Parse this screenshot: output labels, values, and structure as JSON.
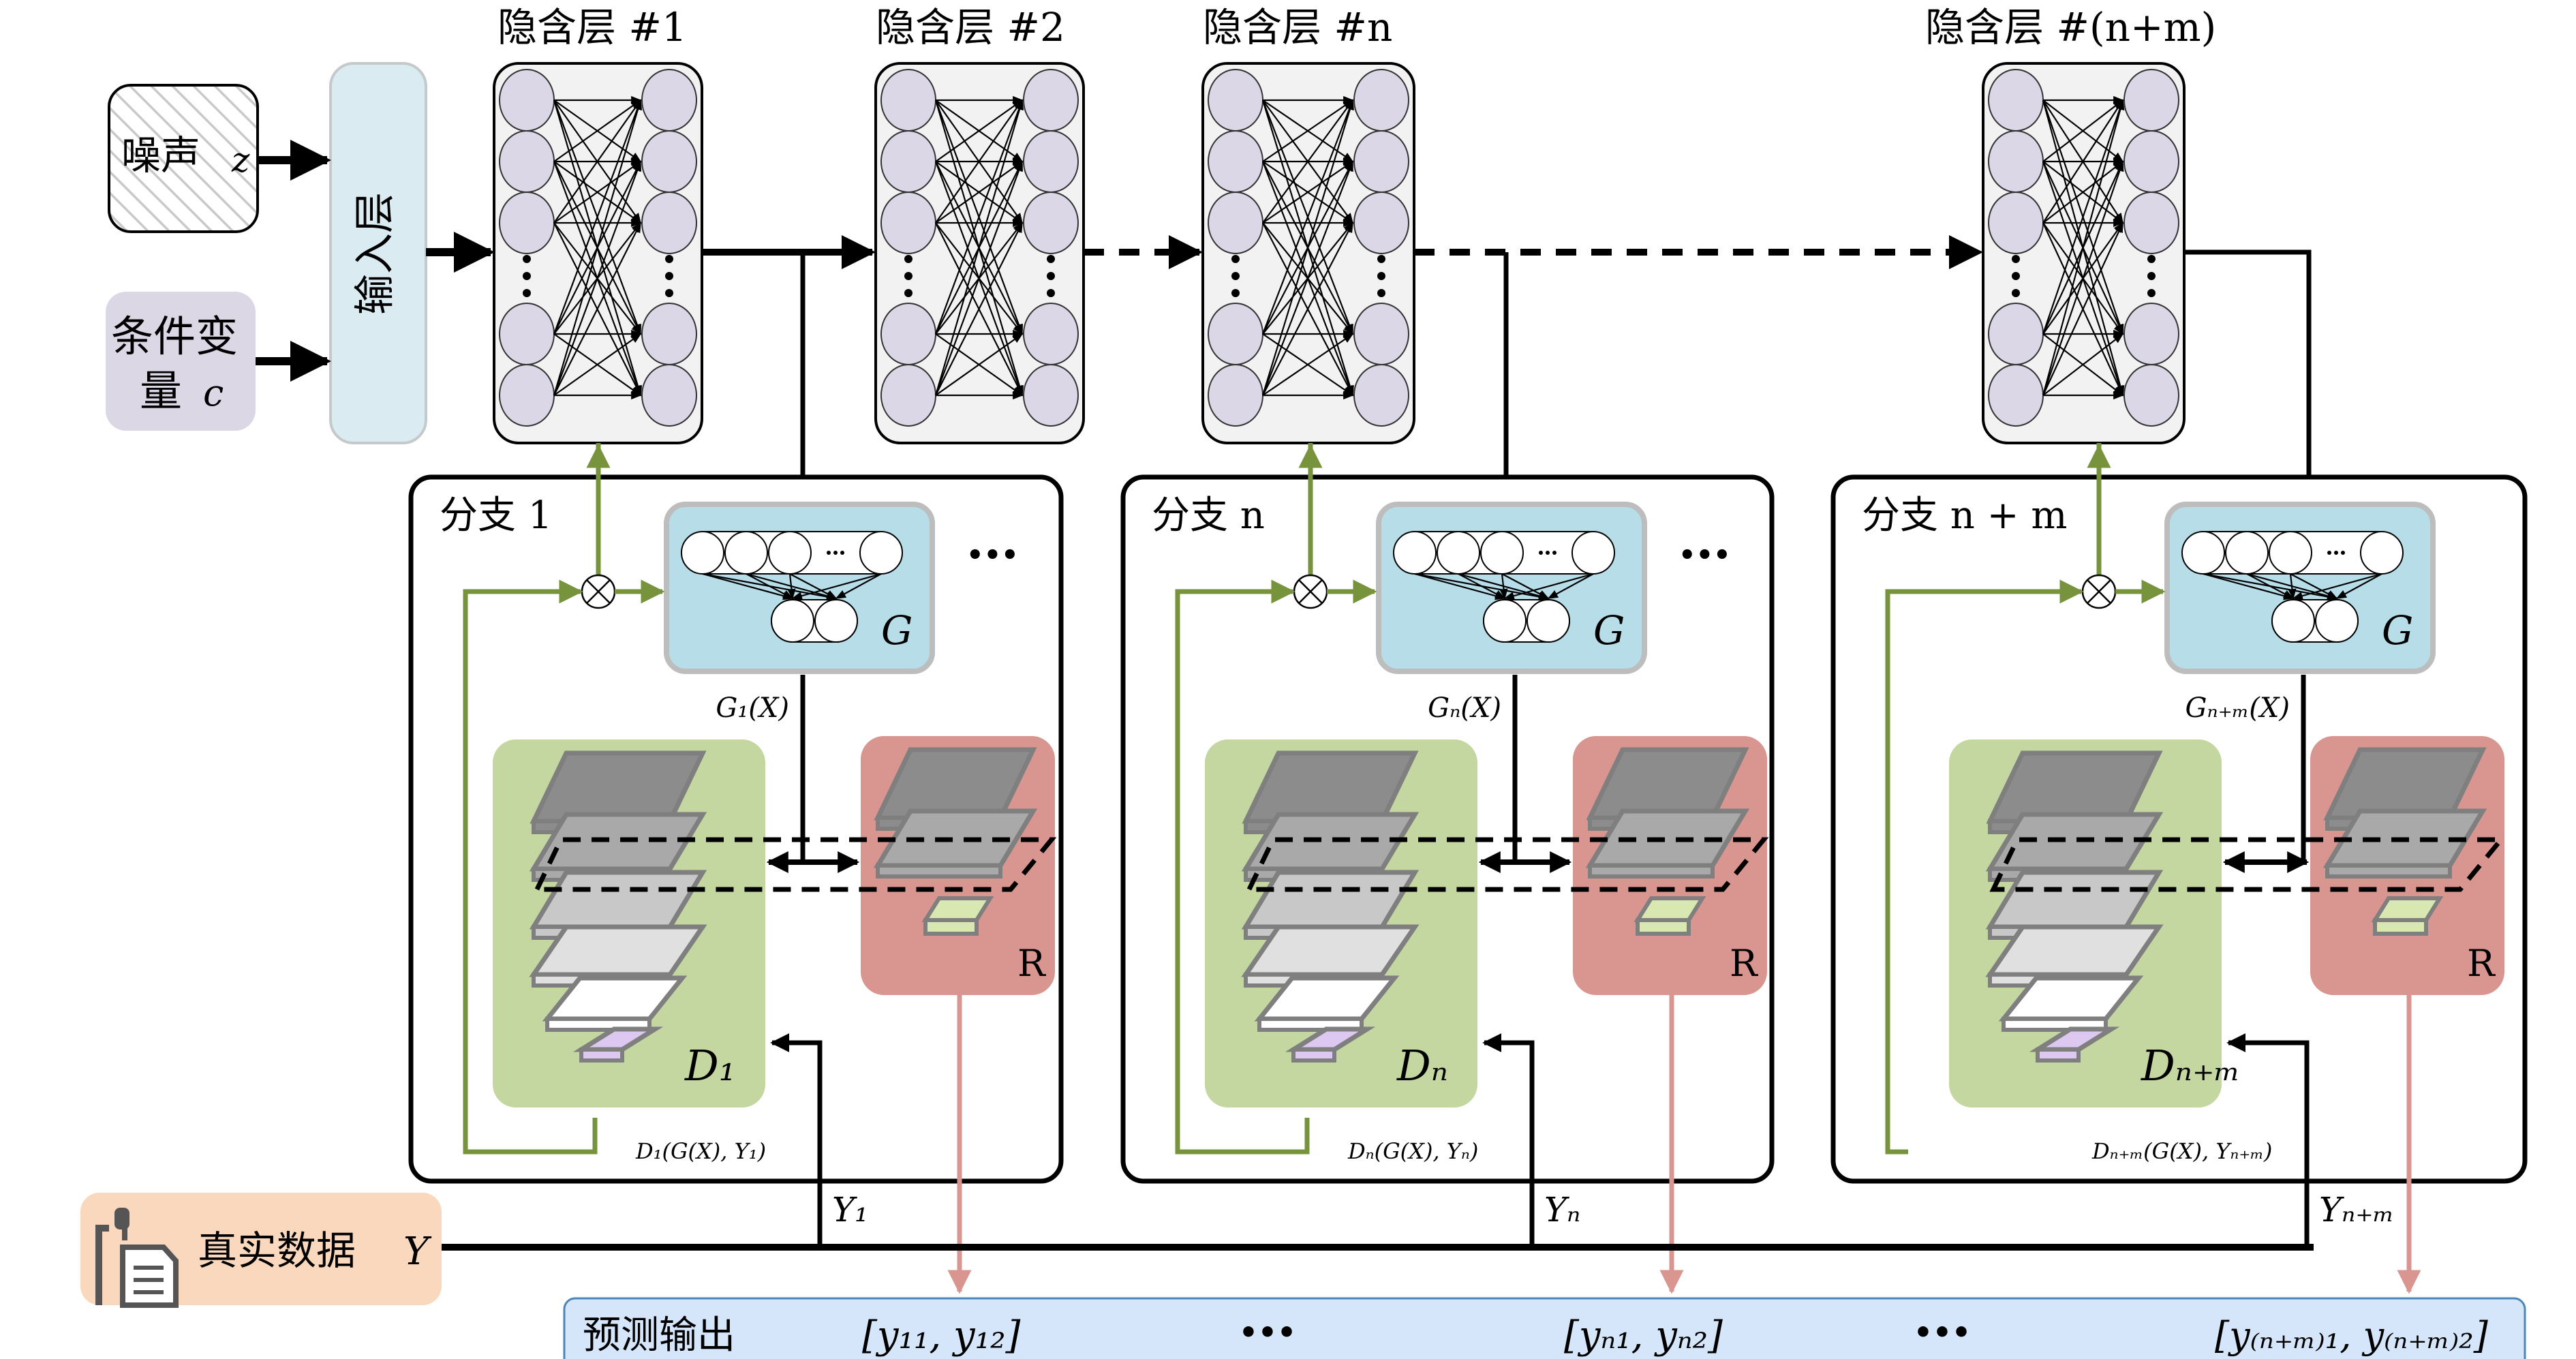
{
  "inputs": {
    "noise": {
      "label": "噪声",
      "symbol": "z"
    },
    "condition": {
      "label_line1": "条件变",
      "label_line2": "量",
      "symbol": "c"
    },
    "input_layer": {
      "label": "输入层"
    }
  },
  "hidden_layers": [
    {
      "label": "隐含层 #1"
    },
    {
      "label": "隐含层 #2"
    },
    {
      "label": "隐含层 #n"
    },
    {
      "label": "隐含层 #(n+m)"
    }
  ],
  "branches": [
    {
      "title": "分支 1",
      "generator": "G",
      "gen_output": "G₁(X)",
      "discriminator": "D₁",
      "disc_output": "D₁(G(X), Y₁)",
      "regressor": "R",
      "real_label": "Y₁",
      "ellipsis": "•••"
    },
    {
      "title": "分支 n",
      "generator": "G",
      "gen_output": "Gₙ(X)",
      "discriminator": "Dₙ",
      "disc_output": "Dₙ(G(X), Yₙ)",
      "regressor": "R",
      "real_label": "Yₙ",
      "ellipsis": "•••"
    },
    {
      "title": "分支 n + m",
      "generator": "G",
      "gen_output": "Gₙ₊ₘ(X)",
      "discriminator": "Dₙ₊ₘ",
      "disc_output": "Dₙ₊ₘ(G(X), Yₙ₊ₘ)",
      "regressor": "R",
      "real_label": "Yₙ₊ₘ",
      "ellipsis": ""
    }
  ],
  "real_data": {
    "label": "真实数据",
    "symbol": "Y"
  },
  "output": {
    "label": "预测输出",
    "values": [
      "[y₁₁, y₁₂]",
      "[yₙ₁, yₙ₂]",
      "[y₍ₙ₊ₘ₎₁, y₍ₙ₊ₘ₎₂]"
    ],
    "ellipsis": "•••"
  },
  "colors": {
    "noise_hatch": "#cfcfcf",
    "condition_bg": "#dcd7e5",
    "input_layer_bg": "#daecf2",
    "hidden_bg": "#f2f2f2",
    "neuron": "#dcd7e6",
    "generator_bg": "#b6dde8",
    "discriminator_bg": "#c4d7a0",
    "regressor_bg": "#d9958f",
    "feedback_green": "#77933c",
    "regressor_line": "#d9958f",
    "real_data_bg": "#fad8bd",
    "output_bg": "#d6e6fa",
    "output_border": "#4a86b8"
  }
}
